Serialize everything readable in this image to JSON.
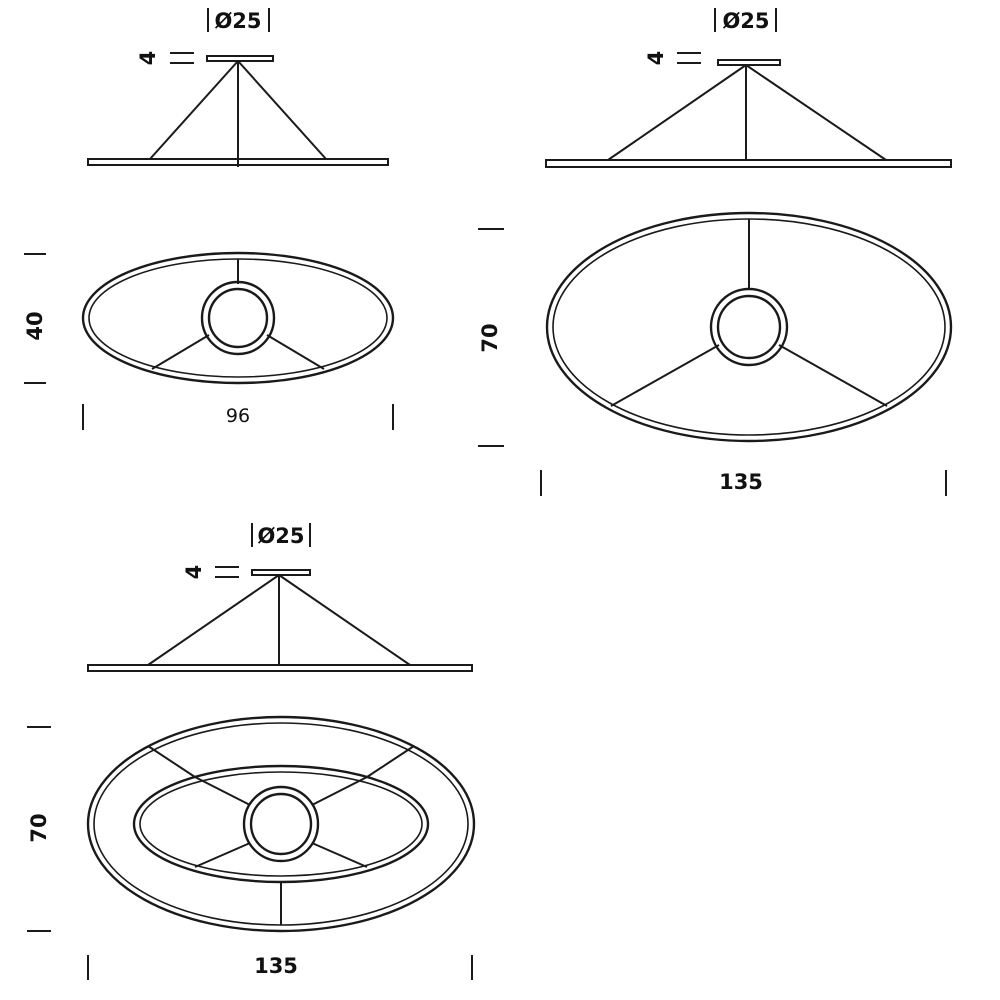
{
  "drawings": [
    {
      "id": "small-oval",
      "canopy_diameter": "Ø25",
      "canopy_height": "4",
      "width": "96",
      "depth": "40"
    },
    {
      "id": "large-oval",
      "canopy_diameter": "Ø25",
      "canopy_height": "4",
      "width": "135",
      "depth": "70"
    },
    {
      "id": "large-double-oval",
      "canopy_diameter": "Ø25",
      "canopy_height": "4",
      "width": "135",
      "depth": "70"
    }
  ],
  "colors": {
    "line": "#1a1a1a",
    "background": "#ffffff"
  }
}
